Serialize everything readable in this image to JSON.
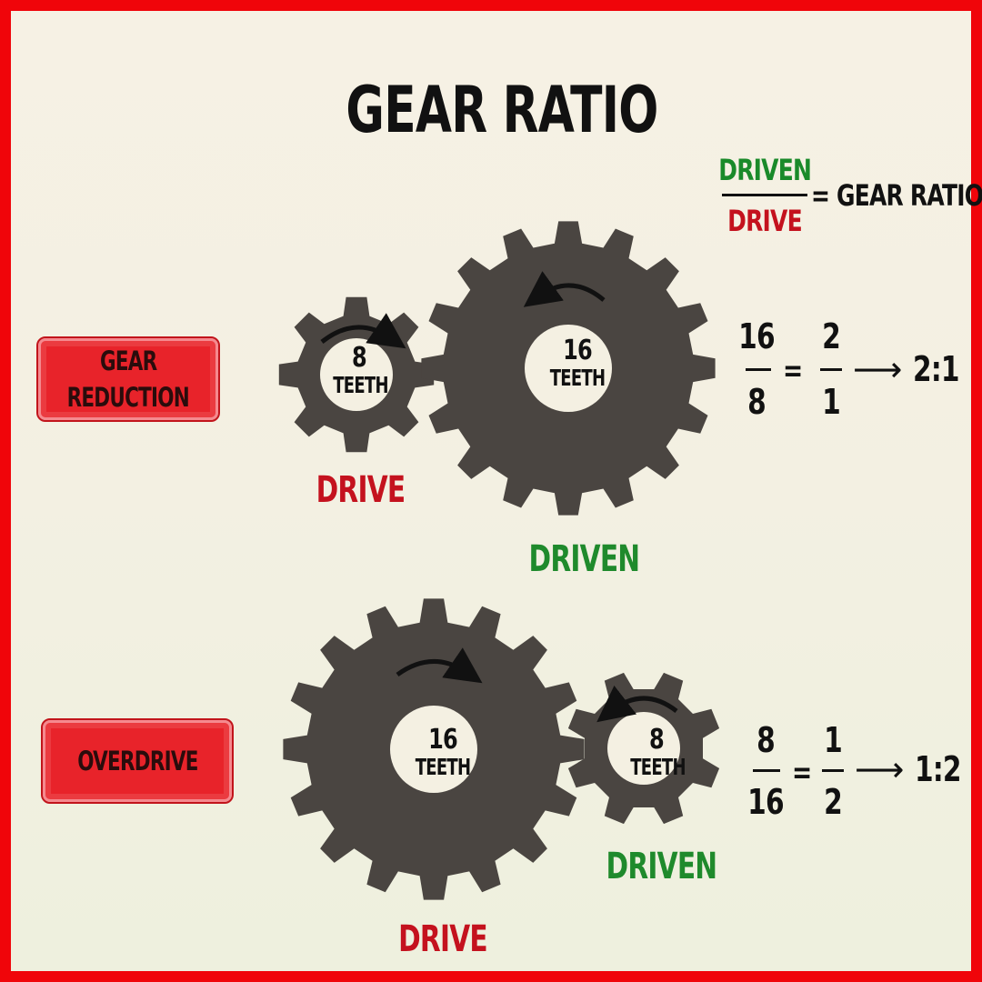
{
  "title": "GEAR RATIO",
  "legend": {
    "numerator": "DRIVEN",
    "denominator": "DRIVE",
    "equals": "= GEAR RATIO"
  },
  "colors": {
    "frame": "#f0050a",
    "gear": "#4a4541",
    "drive_label": "#c4121e",
    "driven_label": "#1f8a2c",
    "badge": "#e8232a"
  },
  "reduction": {
    "badge_line1": "GEAR",
    "badge_line2": "REDUCTION",
    "drive_gear": {
      "teeth_number": "8",
      "teeth_word": "TEETH",
      "teeth": 8,
      "label": "DRIVE"
    },
    "driven_gear": {
      "teeth_number": "16",
      "teeth_word": "TEETH",
      "teeth": 16,
      "label": "DRIVEN"
    },
    "formula": {
      "num1": "16",
      "den1": "8",
      "eq": "=",
      "num2": "2",
      "den2": "1",
      "arrow": "⟶",
      "result": "2:1"
    }
  },
  "overdrive": {
    "badge_line1": "OVERDRIVE",
    "drive_gear": {
      "teeth_number": "16",
      "teeth_word": "TEETH",
      "teeth": 16,
      "label": "DRIVE"
    },
    "driven_gear": {
      "teeth_number": "8",
      "teeth_word": "TEETH",
      "teeth": 8,
      "label": "DRIVEN"
    },
    "formula": {
      "num1": "8",
      "den1": "16",
      "eq": "=",
      "num2": "1",
      "den2": "2",
      "arrow": "⟶",
      "result": "1:2"
    }
  }
}
